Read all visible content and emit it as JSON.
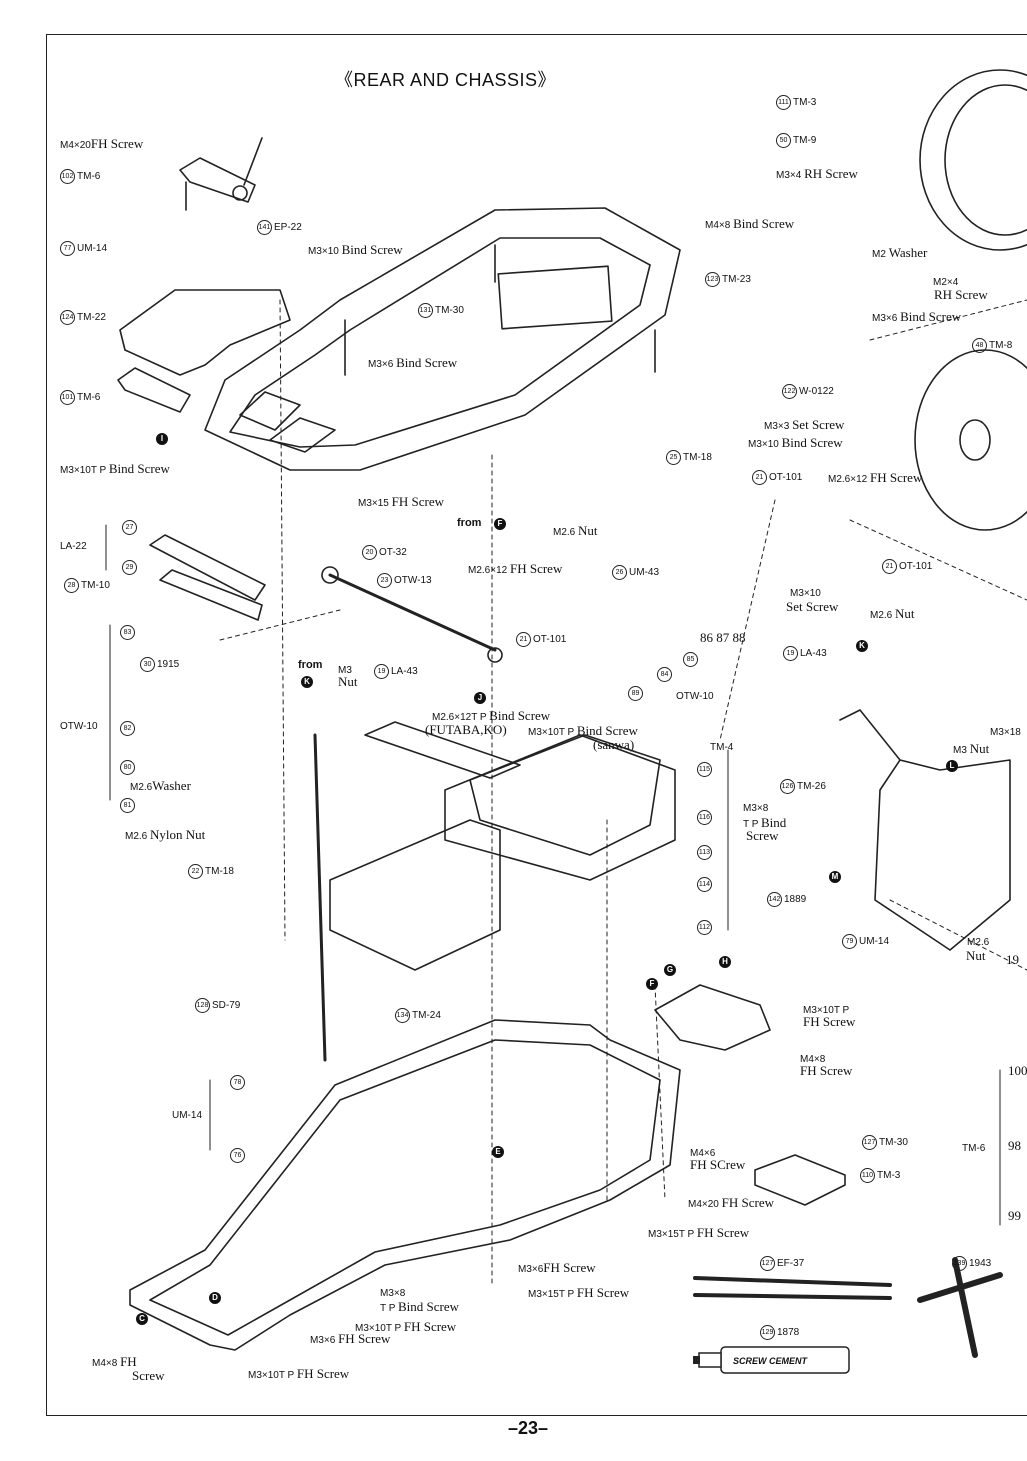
{
  "title": "《REAR AND CHASSIS》",
  "page_number": "–23–",
  "labels": [
    {
      "num": "",
      "text": "M4×20",
      "serif": "FH Screw"
    },
    {
      "num": "102",
      "text": "TM-6",
      "serif": ""
    },
    {
      "num": "141",
      "text": "EP-22",
      "serif": ""
    },
    {
      "num": "77",
      "text": "UM-14",
      "serif": ""
    },
    {
      "num": "",
      "text": "M3×10",
      "serif": "Bind Screw"
    },
    {
      "num": "124",
      "text": "TM-22",
      "serif": ""
    },
    {
      "num": "131",
      "text": "TM-30",
      "serif": ""
    },
    {
      "num": "",
      "text": "M4×8",
      "serif": "Bind Screw"
    },
    {
      "num": "123",
      "text": "TM-23",
      "serif": ""
    },
    {
      "num": "",
      "text": "M3×6",
      "serif": "Bind Screw"
    },
    {
      "num": "101",
      "text": "TM-6",
      "serif": ""
    },
    {
      "num": "",
      "text": "M3×10T P",
      "serif": "Bind Screw"
    },
    {
      "num": "25",
      "text": "TM-18",
      "serif": ""
    },
    {
      "num": "",
      "text": "M3×15",
      "serif": "FH Screw"
    },
    {
      "num": "",
      "text": "from",
      "serif": ""
    },
    {
      "num": "27",
      "text": "",
      "serif": ""
    },
    {
      "num": "",
      "text": "LA-22",
      "serif": ""
    },
    {
      "num": "29",
      "text": "",
      "serif": ""
    },
    {
      "num": "20",
      "text": "OT-32",
      "serif": ""
    },
    {
      "num": "28",
      "text": "TM-10",
      "serif": ""
    },
    {
      "num": "23",
      "text": "OTW-13",
      "serif": ""
    },
    {
      "num": "",
      "text": "M2.6×12",
      "serif": "FH Screw"
    },
    {
      "num": "",
      "text": "M2.6",
      "serif": "Nut"
    },
    {
      "num": "26",
      "text": "UM-43",
      "serif": ""
    },
    {
      "num": "83",
      "text": "",
      "serif": ""
    },
    {
      "num": "30",
      "text": "1915",
      "serif": ""
    },
    {
      "num": "",
      "text": "from",
      "serif": ""
    },
    {
      "num": "",
      "text": "M3",
      "serif": "Nut"
    },
    {
      "num": "21",
      "text": "OT-101",
      "serif": ""
    },
    {
      "num": "19",
      "text": "LA-43",
      "serif": ""
    },
    {
      "num": "",
      "text": "OTW-10",
      "serif": ""
    },
    {
      "num": "82",
      "text": "",
      "serif": ""
    },
    {
      "num": "80",
      "text": "",
      "serif": ""
    },
    {
      "num": "",
      "text": "M2.6",
      "serif": "Washer"
    },
    {
      "num": "81",
      "text": "",
      "serif": ""
    },
    {
      "num": "",
      "text": "M2.6",
      "serif": "Nylon Nut"
    },
    {
      "num": "22",
      "text": "TM-18",
      "serif": ""
    },
    {
      "num": "",
      "text": "M2.6×12T P",
      "serif": "Bind Screw"
    },
    {
      "num": "",
      "text": "",
      "serif": "(FUTABA,KO)"
    },
    {
      "num": "",
      "text": "M3×10T P",
      "serif": "Bind Screw"
    },
    {
      "num": "",
      "text": "",
      "serif": "(sanwa)"
    },
    {
      "num": "",
      "text": "TM-4",
      "serif": ""
    },
    {
      "num": "115",
      "text": "",
      "serif": ""
    },
    {
      "num": "116",
      "text": "",
      "serif": ""
    },
    {
      "num": "113",
      "text": "",
      "serif": ""
    },
    {
      "num": "114",
      "text": "",
      "serif": ""
    },
    {
      "num": "112",
      "text": "",
      "serif": ""
    },
    {
      "num": "128",
      "text": "SD-79",
      "serif": ""
    },
    {
      "num": "134",
      "text": "TM-24",
      "serif": ""
    },
    {
      "num": "78",
      "text": "",
      "serif": ""
    },
    {
      "num": "",
      "text": "UM-14",
      "serif": ""
    },
    {
      "num": "76",
      "text": "",
      "serif": ""
    },
    {
      "num": "",
      "text": "M3×10T P",
      "serif": "FH Screw"
    },
    {
      "num": "",
      "text": "M4×8",
      "serif": "FH Screw"
    },
    {
      "num": "127",
      "text": "TM-30",
      "serif": ""
    },
    {
      "num": "",
      "text": "M4×6",
      "serif": "FH SCrew"
    },
    {
      "num": "110",
      "text": "TM-3",
      "serif": ""
    },
    {
      "num": "",
      "text": "M4×20",
      "serif": "FH Screw"
    },
    {
      "num": "",
      "text": "M3×15T P",
      "serif": "FH Screw"
    },
    {
      "num": "",
      "text": "M3×6",
      "serif": "FH Screw"
    },
    {
      "num": "",
      "text": "M3×15T P",
      "serif": "FH Screw"
    },
    {
      "num": "",
      "text": "M3×8",
      "serif": ""
    },
    {
      "num": "",
      "text": "T P",
      "serif": "Bind Screw"
    },
    {
      "num": "",
      "text": "M3×10T P",
      "serif": "FH Screw"
    },
    {
      "num": "",
      "text": "M3×6",
      "serif": "FH Screw"
    },
    {
      "num": "",
      "text": "M4×8",
      "serif": "FH"
    },
    {
      "num": "",
      "text": "",
      "serif": "Screw"
    },
    {
      "num": "",
      "text": "M3×10T P",
      "serif": "FH Screw"
    },
    {
      "num": "127",
      "text": "EF-37",
      "serif": ""
    },
    {
      "num": "129",
      "text": "1878",
      "serif": ""
    },
    {
      "num": "139",
      "text": "1943",
      "serif": ""
    },
    {
      "num": "111",
      "text": "TM-3",
      "serif": ""
    },
    {
      "num": "50",
      "text": "TM-9",
      "serif": ""
    },
    {
      "num": "",
      "text": "M3×4",
      "serif": "RH Screw"
    },
    {
      "num": "",
      "text": "M2",
      "serif": "Washer"
    },
    {
      "num": "",
      "text": "M2×4",
      "serif": ""
    },
    {
      "num": "",
      "text": "",
      "serif": "RH Screw"
    },
    {
      "num": "",
      "text": "M3×6",
      "serif": "Bind Screw"
    },
    {
      "num": "48",
      "text": "TM-8",
      "serif": ""
    },
    {
      "num": "122",
      "text": "W-0122",
      "serif": ""
    },
    {
      "num": "",
      "text": "M3×3",
      "serif": "Set Screw"
    },
    {
      "num": "",
      "text": "M3×10",
      "serif": "Bind Screw"
    },
    {
      "num": "21",
      "text": "OT-101",
      "serif": ""
    },
    {
      "num": "",
      "text": "M2.6×12",
      "serif": "FH Screw"
    },
    {
      "num": "21",
      "text": "OT-101",
      "serif": ""
    },
    {
      "num": "",
      "text": "M3×10",
      "serif": ""
    },
    {
      "num": "",
      "text": "",
      "serif": "Set Screw"
    },
    {
      "num": "",
      "text": "M2.6",
      "serif": "Nut"
    },
    {
      "num": "19",
      "text": "LA-43",
      "serif": ""
    },
    {
      "num": "",
      "text": "",
      "serif": "86 87 88"
    },
    {
      "num": "85",
      "text": "",
      "serif": ""
    },
    {
      "num": "84",
      "text": "",
      "serif": ""
    },
    {
      "num": "89",
      "text": "",
      "serif": ""
    },
    {
      "num": "",
      "text": "OTW-10",
      "serif": ""
    },
    {
      "num": "",
      "text": "M3×18",
      "serif": ""
    },
    {
      "num": "",
      "text": "M3",
      "serif": "Nut"
    },
    {
      "num": "126",
      "text": "TM-26",
      "serif": ""
    },
    {
      "num": "",
      "text": "M3×8",
      "serif": ""
    },
    {
      "num": "",
      "text": "T P",
      "serif": "Bind"
    },
    {
      "num": "",
      "text": "",
      "serif": "Screw"
    },
    {
      "num": "142",
      "text": "1889",
      "serif": ""
    },
    {
      "num": "79",
      "text": "UM-14",
      "serif": ""
    },
    {
      "num": "",
      "text": "M2.6",
      "serif": ""
    },
    {
      "num": "",
      "text": "",
      "serif": "Nut"
    },
    {
      "num": "",
      "text": "TM-6",
      "serif": ""
    },
    {
      "num": "",
      "text": "",
      "serif": "19"
    },
    {
      "num": "",
      "text": "",
      "serif": "100"
    },
    {
      "num": "",
      "text": "",
      "serif": "98"
    },
    {
      "num": "",
      "text": "",
      "serif": "99"
    }
  ],
  "markers": [
    "F",
    "I",
    "J",
    "K",
    "K",
    "L",
    "M",
    "F",
    "G",
    "H",
    "E",
    "C",
    "D"
  ],
  "tube_text": "SCREW CEMENT"
}
